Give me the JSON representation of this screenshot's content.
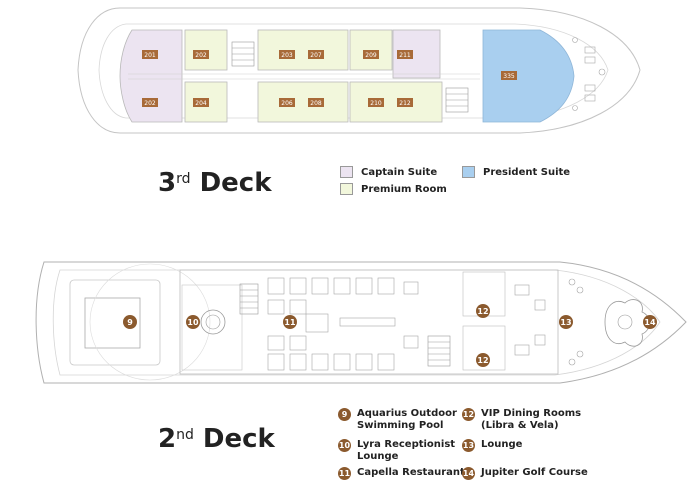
{
  "colors": {
    "captain": "#ece4f1",
    "premium": "#f2f7dc",
    "president": "#a9cfef",
    "badge": "#8b5a2e",
    "cabin_tag": "#a86a38",
    "outline": "#b9b9b9"
  },
  "deck3": {
    "title_main": "3",
    "title_sup": "rd",
    "title_word": "Deck",
    "cabins_top": [
      "201",
      "202",
      "203",
      "207",
      "209",
      "211"
    ],
    "cabins_bottom": [
      "202",
      "204",
      "206",
      "208",
      "210",
      "212"
    ],
    "suite": "335",
    "legend": [
      {
        "label": "Captain Suite",
        "color_key": "captain"
      },
      {
        "label": "Premium Room",
        "color_key": "premium"
      },
      {
        "label": "President Suite",
        "color_key": "president"
      }
    ]
  },
  "deck2": {
    "title_main": "2",
    "title_sup": "nd",
    "title_word": "Deck",
    "markers": [
      "9",
      "10",
      "11",
      "12",
      "12",
      "13",
      "14"
    ],
    "key": [
      {
        "num": "9",
        "label": "Aquarius Outdoor\nSwimming Pool"
      },
      {
        "num": "10",
        "label": "Lyra Receptionist\nLounge"
      },
      {
        "num": "11",
        "label": "Capella Restaurant"
      },
      {
        "num": "12",
        "label": "VIP Dining Rooms\n(Libra & Vela)"
      },
      {
        "num": "13",
        "label": "Lounge"
      },
      {
        "num": "14",
        "label": "Jupiter Golf Course"
      }
    ]
  }
}
